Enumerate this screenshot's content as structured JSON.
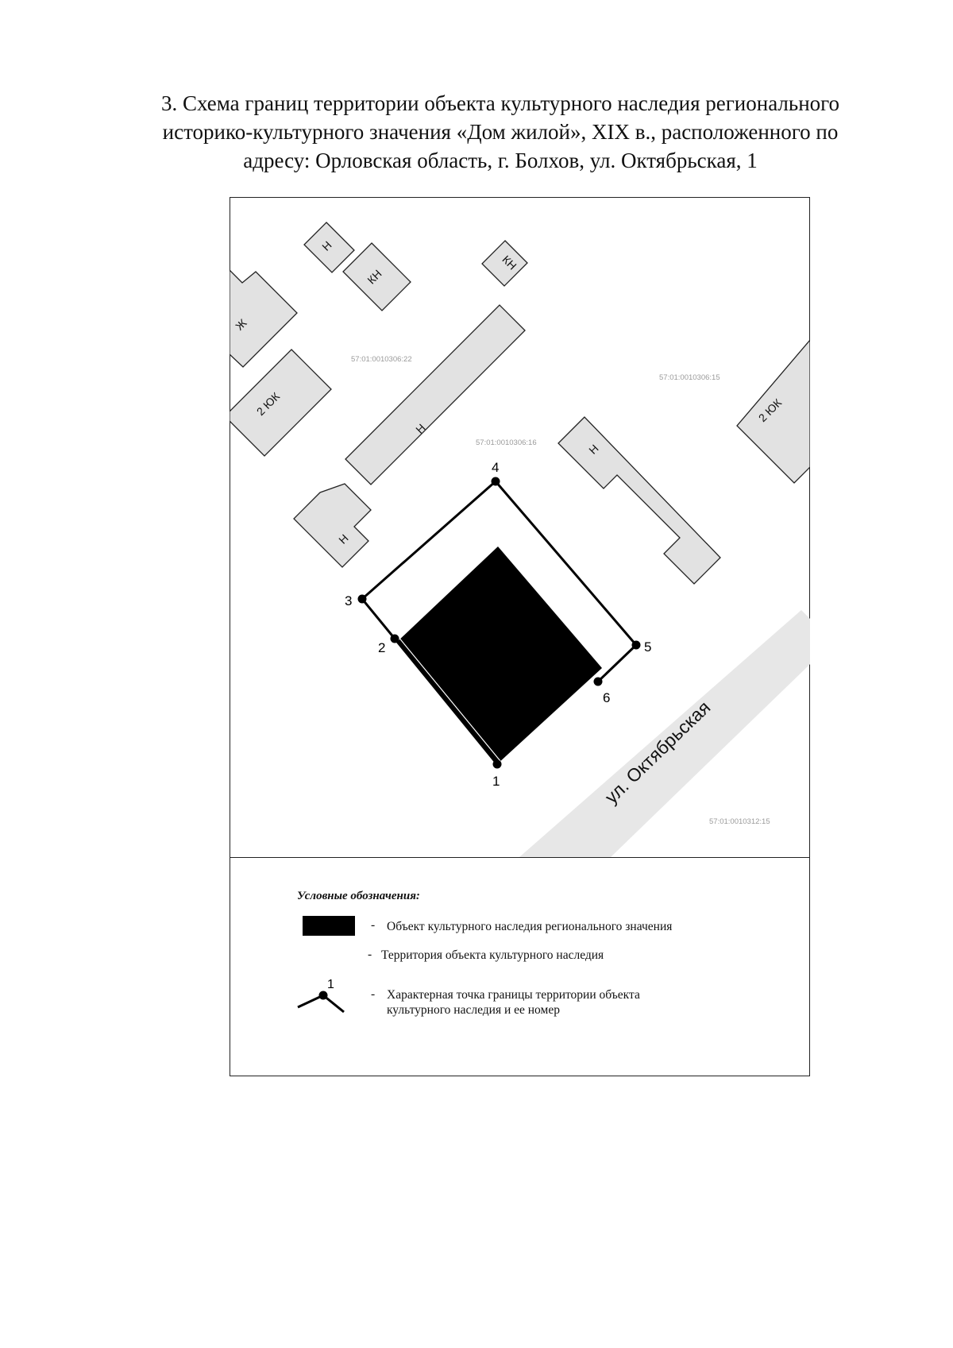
{
  "title": {
    "line1": "3. Схема границ территории объекта культурного наследия регионального",
    "line2": "историко-культурного значения «Дом жилой», XIX в., расположенного по",
    "line3": "адресу: Орловская область, г. Болхов, ул. Октябрьская, 1"
  },
  "map": {
    "buildings": {
      "b1": "Н",
      "b2": "КН",
      "b3": "КН",
      "b4": "Ж",
      "b5": "2 ЮК",
      "b6": "2 ЮК",
      "b7": "Н",
      "b8": "Н",
      "b9": "Н"
    },
    "parcels": {
      "p1": "57:01:0010306:22",
      "p2": "57:01:0010306:15",
      "p3": "57:01:0010306:16",
      "p4": "57:01:0010312:15"
    },
    "street": "ул. Октябрьская",
    "points": [
      "1",
      "2",
      "3",
      "4",
      "5",
      "6"
    ]
  },
  "legend": {
    "title": "Условные обозначения:",
    "dash": "-",
    "object": "Объект культурного наследия регионального значения",
    "territory": "Территория объекта культурного наследия",
    "point_line1": "Характерная точка границы территории объекта",
    "point_line2": "культурного наследия и ее номер",
    "point_number": "1"
  }
}
